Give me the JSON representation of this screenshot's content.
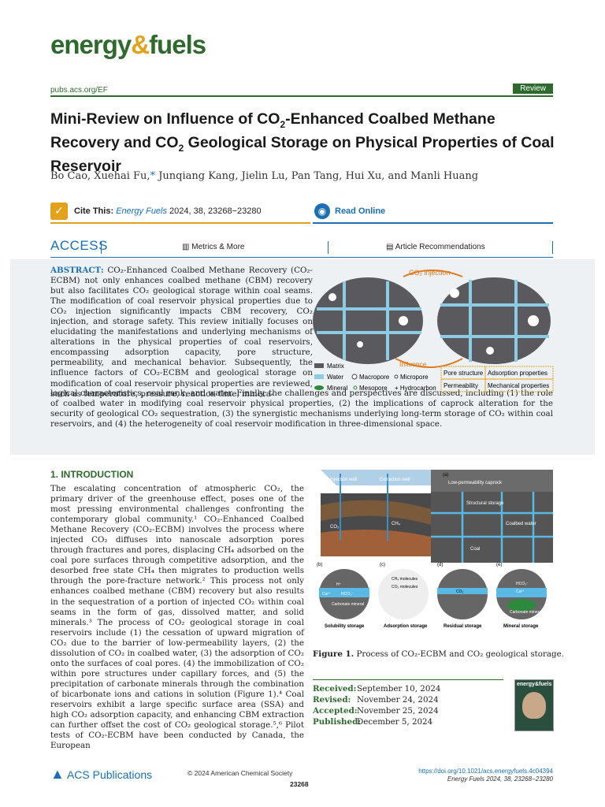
{
  "journal": {
    "name_part1": "energy",
    "amp": "&",
    "name_part2": "fuels",
    "url": "pubs.acs.org/EF",
    "badge": "Review"
  },
  "title_parts": [
    "Mini-Review on Influence of CO",
    "2",
    "-Enhanced Coalbed Methane Recovery and CO",
    "2",
    " Geological Storage on Physical Properties of Coal Reservoir"
  ],
  "authors": {
    "text1": "Bo Cao, Xuehai Fu,",
    "star": "*",
    "text2": " Junqiang Kang, Jielin Lu, Pan Tang, Hui Xu, and Manli Huang"
  },
  "cite": {
    "label": "Cite This:",
    "ref": "Energy Fuels",
    "rest": " 2024, 38, 23268−23280"
  },
  "read_online": "Read Online",
  "access": {
    "label": "ACCESS",
    "metrics": "Metrics & More",
    "recs": "Article Recommendations"
  },
  "abstract": {
    "label": "ABSTRACT:",
    "part1": " CO₂-Enhanced Coalbed Methane Recovery (CO₂-ECBM) not only enhances coalbed methane (CBM) recovery but also facilitates CO₂ geological storage within coal seams. The modification of coal reservoir physical properties due to CO₂ injection significantly impacts CBM recovery, CO₂ injection, and storage safety. This review initially focuses on elucidating the manifestations and underlying mechanisms of alterations in the physical properties of coal reservoirs, encompassing adsorption capacity, pore structure, permeability, and mechanical behavior. Subsequently, the influence factors of CO₂-ECBM and geological storage on modification of coal reservoir physical properties are reviewed, such as temperature, pressure, reaction time, minera-",
    "part2": "logical characteristics, coal rank, and water. Finally, the challenges and perspectives are discussed, including (1) the role of coalbed water in modifying coal reservoir physical properties, (2) the implications of caprock alteration for the security of geological CO₂ sequestration, (3) the synergistic mechanisms underlying long-term storage of CO₂ within coal reservoirs, and (4) the heterogeneity of coal reservoir modification in three-dimensional space."
  },
  "toc": {
    "injection": "CO₂ injection",
    "influence": "Influence",
    "legend": [
      "Matrix",
      "Water",
      "Macropore",
      "Micropore",
      "Mineral",
      "Mesopore",
      "Hydrocarbon"
    ],
    "boxes": [
      "Pore structure",
      "Adsorption properties",
      "Permeability",
      "Mechanical properties"
    ]
  },
  "intro": {
    "heading": "1. INTRODUCTION",
    "body": "The escalating concentration of atmospheric CO₂, the primary driver of the greenhouse effect, poses one of the most pressing environmental challenges confronting the contemporary global community.¹ CO₂-Enhanced Coalbed Methane Recovery (CO₂-ECBM) involves the process where injected CO₂ diffuses into nanoscale adsorption pores through fractures and pores, displacing CH₄ adsorbed on the coal pore surfaces through competitive adsorption, and the desorbed free state CH₄ then migrates to production wells through the pore-fracture network.² This process not only enhances coalbed methane (CBM) recovery but also results in the sequestration of a portion of injected CO₂ within coal seams in the form of gas, dissolved matter, and solid minerals.³ The process of CO₂ geological storage in coal reservoirs include (1) the cessation of upward migration of CO₂ due to the barrier of low-permeability layers, (2) the dissolution of CO₂ in coalbed water, (3) the adsorption of CO₂ onto the surfaces of coal pores. (4) the immobilization of CO₂ within pore structures under capillary forces, and (5) the precipitation of carbonate minerals through the combination of bicarbonate ions and cations in solution (Figure 1).⁴ Coal reservoirs exhibit a large specific surface area (SSA) and high CO₂ adsorption capacity, and enhancing CBM extraction can further offset the cost of CO₂ geological storage.⁵,⁶ Pilot tests of CO₂-ECBM have been conducted by Canada, the European"
  },
  "figure1": {
    "caption_label": "Figure 1.",
    "caption": " Process of CO₂-ECBM and CO₂ geological storage.",
    "labels": {
      "inj": "Injection well",
      "ext": "Extraction well",
      "cap": "Low-permeability caprock",
      "struct": "Structural storage",
      "water": "Coalbed water",
      "coal": "Coal",
      "co2": "CO₂",
      "ch4": "CH₄",
      "a": "(a)",
      "b": "(b)",
      "c": "(c)",
      "d": "(d)",
      "e": "(e)",
      "carb": "Carbonate mineral",
      "sol": "Solubility storage",
      "ads": "Adsorption storage",
      "res": "Residual storage",
      "min": "Mineral storage",
      "h": "H⁺",
      "hco3": "HCO₃⁻",
      "ca": "Ca²⁺",
      "ch4mol": "CH₄ molecules",
      "co2mol": "CO₂ molecules"
    }
  },
  "dates": [
    {
      "label": "Received:",
      "value": "September 10, 2024"
    },
    {
      "label": "Revised:",
      "value": "November 24, 2024"
    },
    {
      "label": "Accepted:",
      "value": "November 25, 2024"
    },
    {
      "label": "Published:",
      "value": "December 5, 2024"
    }
  ],
  "footer": {
    "publisher": "ACS Publications",
    "copyright": "© 2024 American Chemical Society",
    "page": "23268",
    "doi": "https://doi.org/10.1021/acs.energyfuels.4c04394",
    "ref": "Energy Fuels 2024, 38, 23268−23280",
    "cover_title": "energy&fuels"
  }
}
